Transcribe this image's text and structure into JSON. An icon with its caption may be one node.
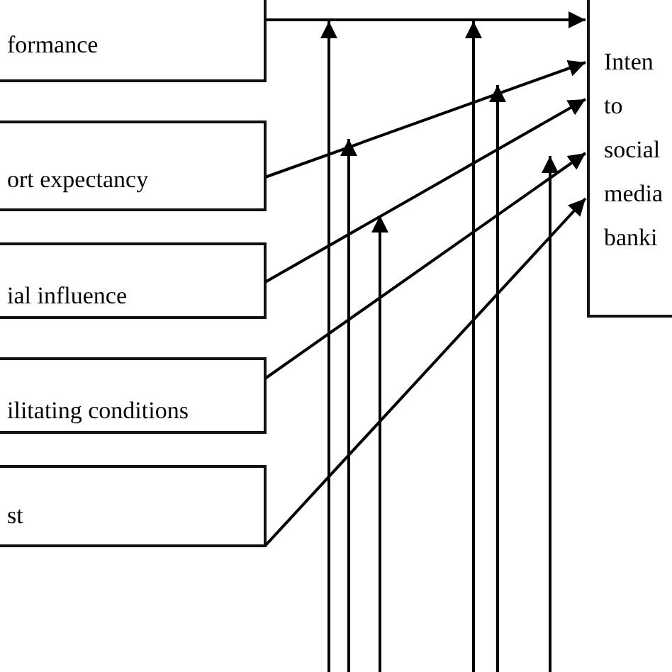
{
  "diagram": {
    "nodes": [
      {
        "text": [
          "formance"
        ]
      },
      {
        "text": [
          "ort expectancy"
        ]
      },
      {
        "text": [
          "ial influence"
        ]
      },
      {
        "text": [
          "ilitating conditions"
        ]
      },
      {
        "text": [
          "st"
        ]
      },
      {
        "text": [
          "Inten to social media banki"
        ]
      }
    ],
    "edges": [
      {
        "from": 0,
        "to": 5,
        "arrow": "to"
      },
      {
        "from": 1,
        "to": 5,
        "arrow": "to"
      },
      {
        "from": 2,
        "to": 5,
        "arrow": "to"
      },
      {
        "from": 3,
        "to": 5,
        "arrow": "to"
      },
      {
        "from": 4,
        "to": 5,
        "arrow": "to"
      }
    ]
  }
}
